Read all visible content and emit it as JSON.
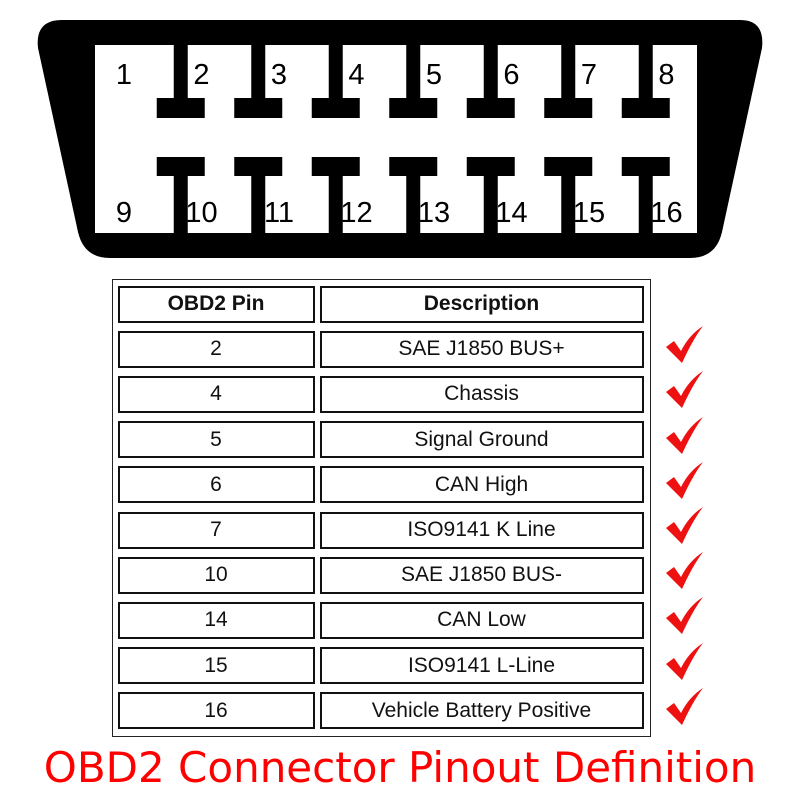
{
  "connector": {
    "top_pins": [
      "1",
      "2",
      "3",
      "4",
      "5",
      "6",
      "7",
      "8"
    ],
    "bottom_pins": [
      "9",
      "10",
      "11",
      "12",
      "13",
      "14",
      "15",
      "16"
    ]
  },
  "table": {
    "headers": [
      "OBD2 Pin",
      "Description"
    ],
    "rows": [
      {
        "pin": "2",
        "description": "SAE J1850 BUS+",
        "checked": true
      },
      {
        "pin": "4",
        "description": "Chassis",
        "checked": true
      },
      {
        "pin": "5",
        "description": "Signal Ground",
        "checked": true
      },
      {
        "pin": "6",
        "description": "CAN High",
        "checked": true
      },
      {
        "pin": "7",
        "description": "ISO9141 K Line",
        "checked": true
      },
      {
        "pin": "10",
        "description": "SAE J1850 BUS-",
        "checked": true
      },
      {
        "pin": "14",
        "description": "CAN Low",
        "checked": true
      },
      {
        "pin": "15",
        "description": "ISO9141 L-Line",
        "checked": true
      },
      {
        "pin": "16",
        "description": "Vehicle Battery Positive",
        "checked": true
      }
    ]
  },
  "colors": {
    "connector": "#000000",
    "check": "#ee1111",
    "title": "#ff0000"
  },
  "title": "OBD2 Connector Pinout Definition"
}
